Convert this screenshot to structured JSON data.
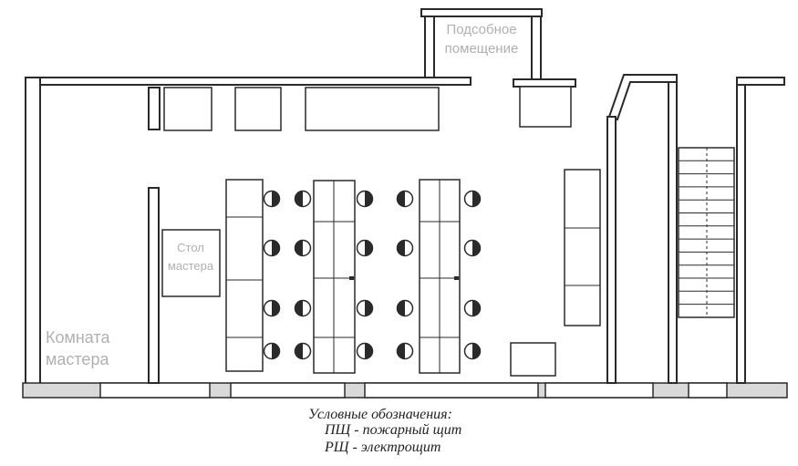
{
  "rooms": {
    "utility_room": [
      "Подсобное",
      "помещение"
    ],
    "master_desk": [
      "Стол",
      "мастера"
    ],
    "master_room": [
      "Комната",
      "мастера"
    ]
  },
  "legend": {
    "title": "Условные обозначения:",
    "items": [
      "ПЩ - пожарный щит",
      "РЩ - электрощит"
    ]
  },
  "colors": {
    "wall_stroke": "#2a2a2a",
    "label_gray": "#b0b0b0"
  }
}
